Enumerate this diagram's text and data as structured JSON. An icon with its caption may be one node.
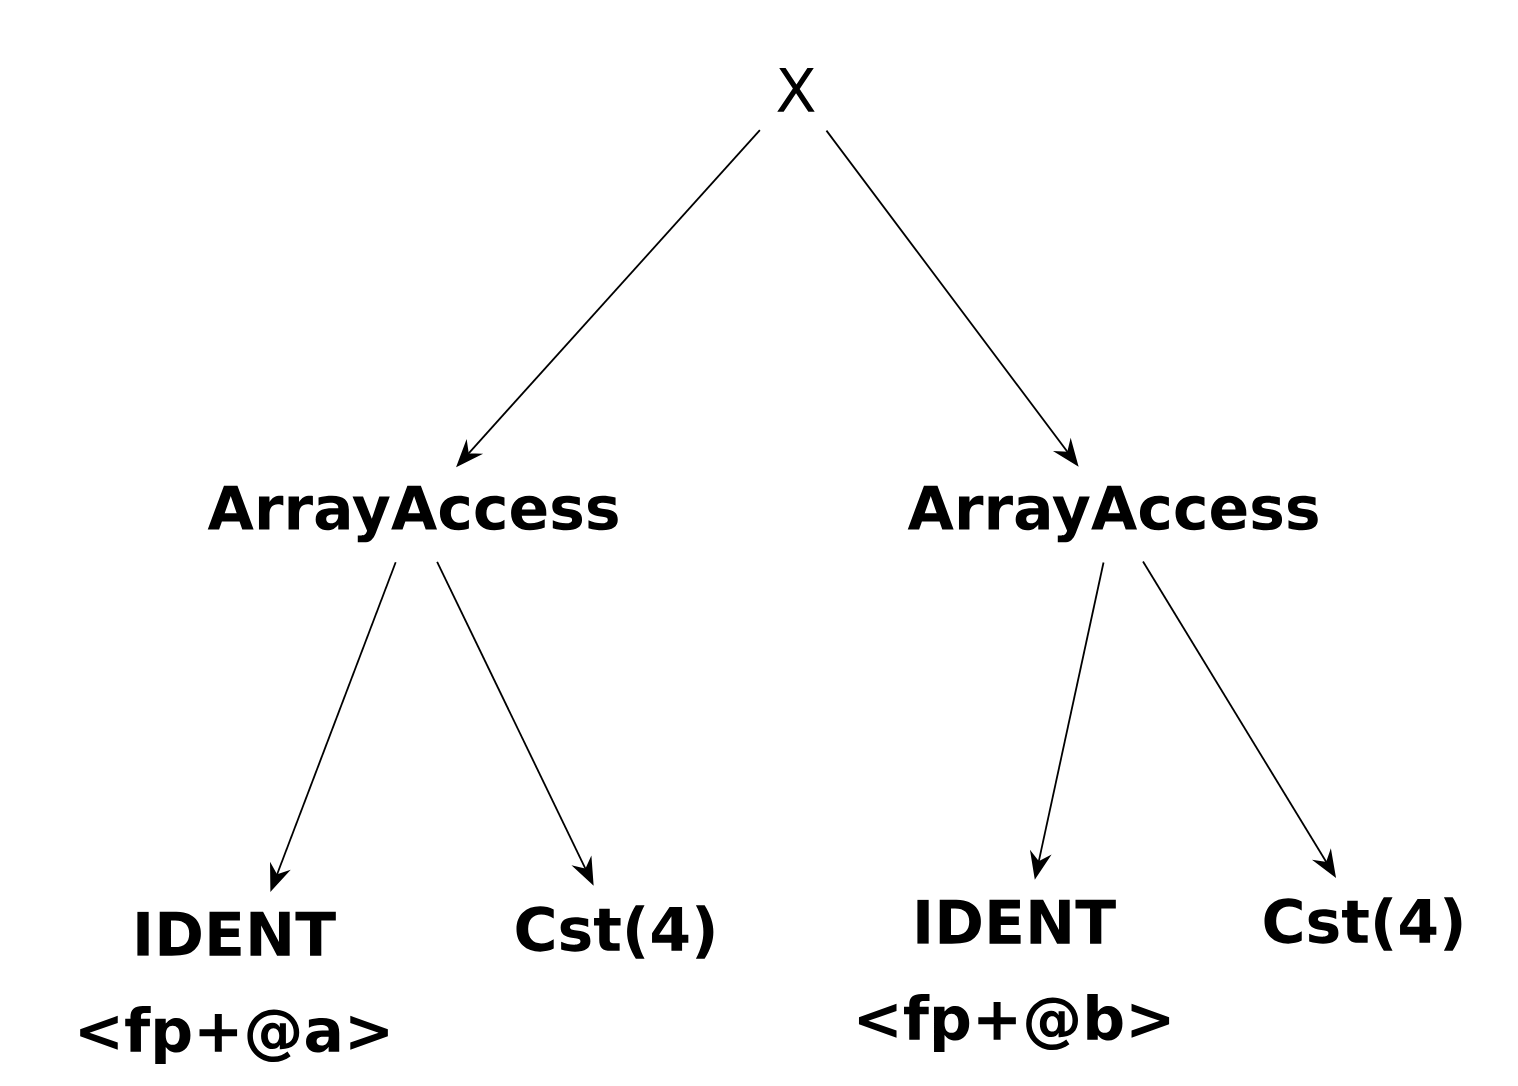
{
  "diagram": {
    "nodes": [
      {
        "text": [
          "X"
        ]
      },
      {
        "text": [
          "ArrayAccess"
        ]
      },
      {
        "text": [
          "ArrayAccess"
        ]
      },
      {
        "text": [
          "IDENT <fp+@a>"
        ]
      },
      {
        "text": [
          "Cst(4)"
        ]
      },
      {
        "text": [
          "IDENT <fp+@b>"
        ]
      },
      {
        "text": [
          "Cst(4)"
        ]
      }
    ],
    "edges": [
      {
        "from": 0,
        "to": 1,
        "arrow": "to"
      },
      {
        "from": 0,
        "to": 2,
        "arrow": "to"
      },
      {
        "from": 1,
        "to": 3,
        "arrow": "to"
      },
      {
        "from": 1,
        "to": 4,
        "arrow": "to"
      },
      {
        "from": 2,
        "to": 5,
        "arrow": "to"
      },
      {
        "from": 2,
        "to": 6,
        "arrow": "to"
      }
    ]
  }
}
